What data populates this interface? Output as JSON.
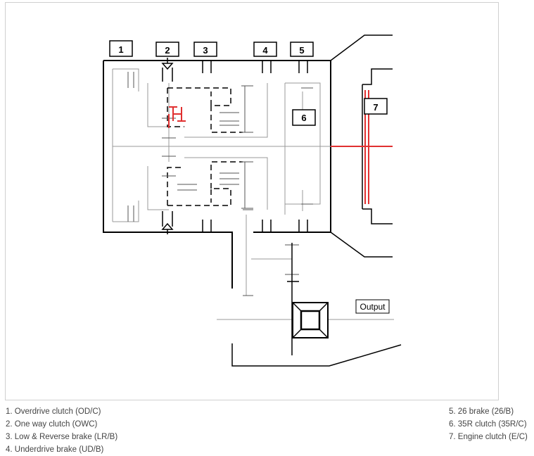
{
  "diagram": {
    "callouts": [
      "1",
      "2",
      "3",
      "4",
      "5",
      "6",
      "7"
    ],
    "output_label": "Output",
    "colors": {
      "line": "#000000",
      "shaft": "#999999",
      "highlight": "#e03030",
      "frame_border": "#d0d0d0"
    }
  },
  "legend": {
    "left": [
      "1. Overdrive clutch (OD/C)",
      "2. One way clutch (OWC)",
      "3. Low & Reverse brake (LR/B)",
      "4. Underdrive brake (UD/B)"
    ],
    "right": [
      "5. 26 brake (26/B)",
      "6. 35R clutch (35R/C)",
      "7. Engine clutch (E/C)"
    ]
  }
}
